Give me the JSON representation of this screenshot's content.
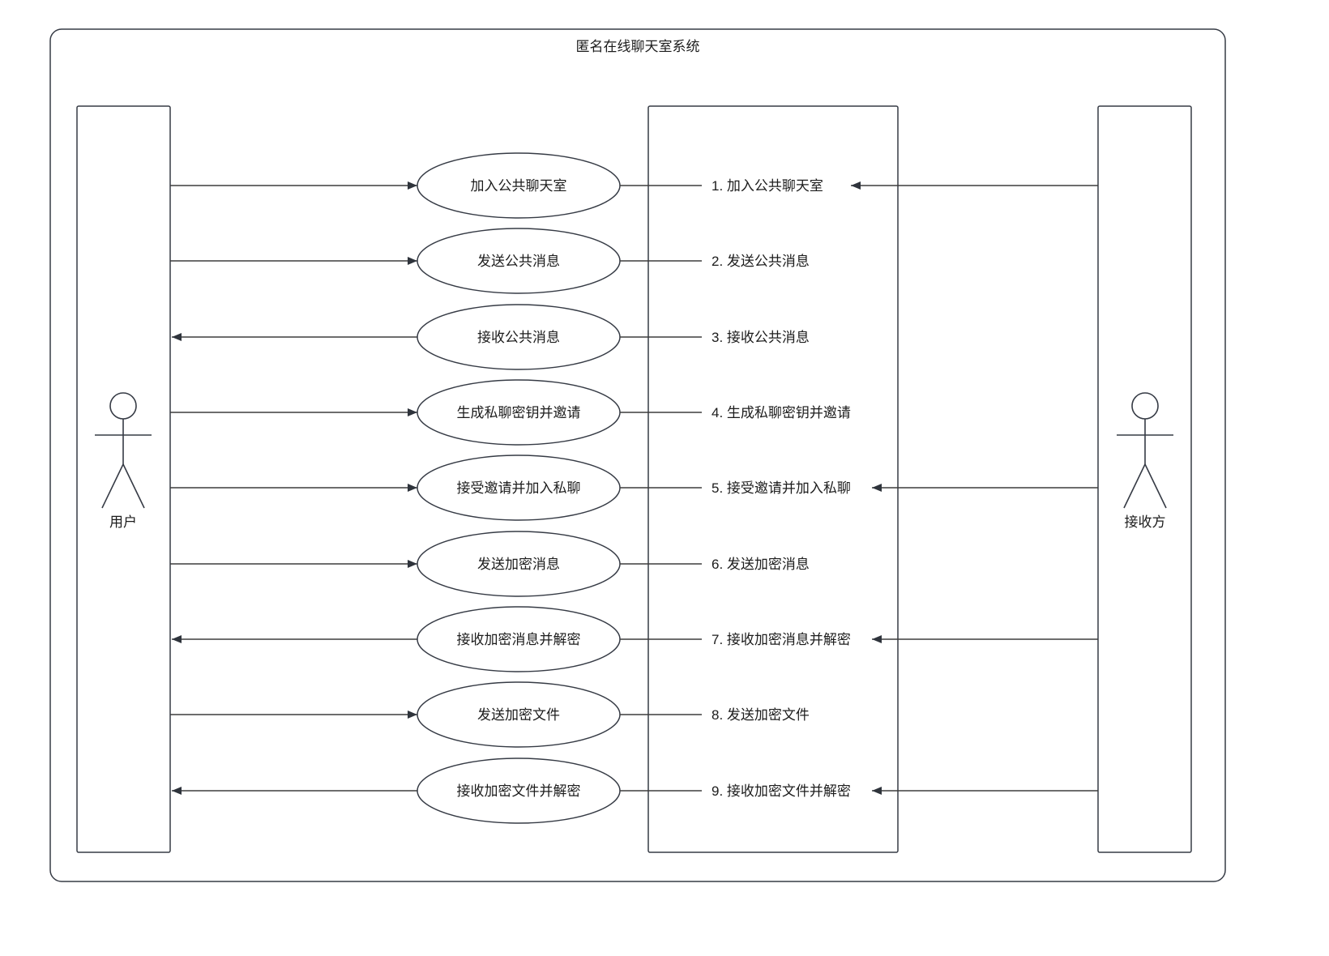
{
  "title": "匿名在线聊天室系统",
  "actors": {
    "left": {
      "label": "用户"
    },
    "right": {
      "label": "接收方"
    }
  },
  "rows": [
    {
      "num": "1",
      "label": "加入公共聊天室",
      "item": "1. 加入公共聊天室"
    },
    {
      "num": "2",
      "label": "发送公共消息",
      "item": "2. 发送公共消息"
    },
    {
      "num": "3",
      "label": "接收公共消息",
      "item": "3. 接收公共消息"
    },
    {
      "num": "4",
      "label": "生成私聊密钥并邀请",
      "item": "4. 生成私聊密钥并邀请"
    },
    {
      "num": "5",
      "label": "接受邀请并加入私聊",
      "item": "5. 接受邀请并加入私聊"
    },
    {
      "num": "6",
      "label": "发送加密消息",
      "item": "6. 发送加密消息"
    },
    {
      "num": "7",
      "label": "接收加密消息并解密",
      "item": "7. 接收加密消息并解密"
    },
    {
      "num": "8",
      "label": "发送加密文件",
      "item": "8. 发送加密文件"
    },
    {
      "num": "9",
      "label": "接收加密文件并解密",
      "item": "9. 接收加密文件并解密"
    }
  ],
  "colors": {
    "background": "#ffffff",
    "shape_stroke": "#363b45",
    "edge_stroke": "#3d3d3d",
    "text": "#1c1c1c"
  }
}
